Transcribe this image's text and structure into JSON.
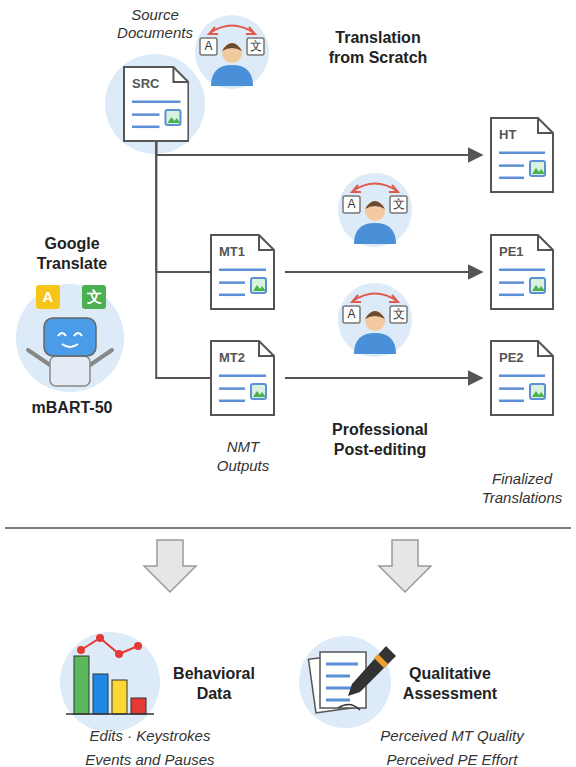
{
  "diagram": {
    "nodes": [
      {
        "text": [
          "SRC"
        ]
      },
      {
        "text": [
          "HT"
        ]
      },
      {
        "text": [
          "MT1"
        ]
      },
      {
        "text": [
          "PE1"
        ]
      },
      {
        "text": [
          "MT2"
        ]
      },
      {
        "text": [
          "PE2"
        ]
      }
    ],
    "edges": [
      {
        "from": 0,
        "to": 1,
        "arrow": "to"
      },
      {
        "from": 0,
        "to": 2,
        "arrow": "none"
      },
      {
        "from": 0,
        "to": 4,
        "arrow": "none"
      },
      {
        "from": 2,
        "to": 3,
        "arrow": "to"
      },
      {
        "from": 4,
        "to": 5,
        "arrow": "to"
      }
    ],
    "labels": [
      "Source Documents",
      "Translation from Scratch",
      "Google Translate",
      "mBART-50",
      "Professional Post-editing",
      "NMT Outputs",
      "Finalized Translations",
      "Behavioral Data",
      "Edits · Keystrokes Events and Pauses",
      "Qualitative Assessment",
      "Perceived MT Quality Perceived PE Effort",
      "A",
      "文",
      "A",
      "文",
      "A",
      "文",
      "A",
      "文"
    ]
  }
}
